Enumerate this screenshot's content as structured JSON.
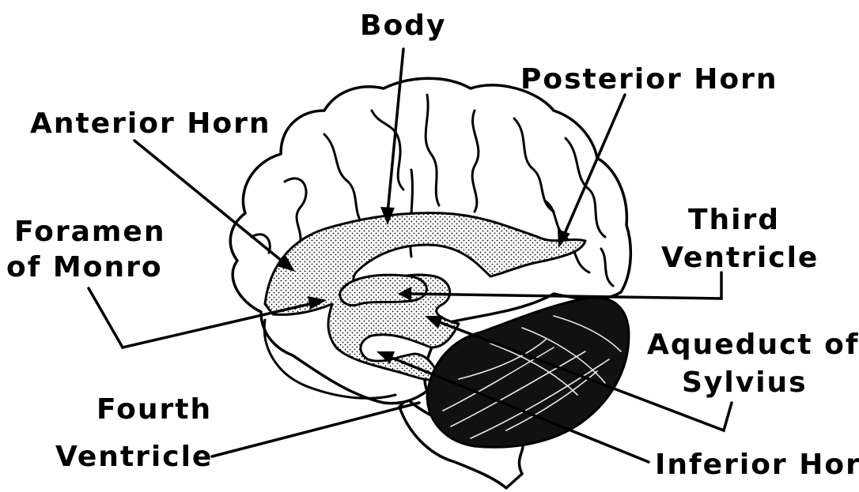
{
  "labels": {
    "body": "Body",
    "posterior_horn": "Posterior Horn",
    "anterior_horn": "Anterior Horn",
    "foramen_line1": "Foramen",
    "foramen_line2": "of Monro",
    "third_line1": "Third",
    "third_line2": "Ventricle",
    "aqueduct_line1": "Aqueduct of",
    "aqueduct_line2": "Sylvius",
    "fourth_line1": "Fourth",
    "fourth_line2": "Ventricle",
    "inferior_horn": "Inferior Horn"
  }
}
